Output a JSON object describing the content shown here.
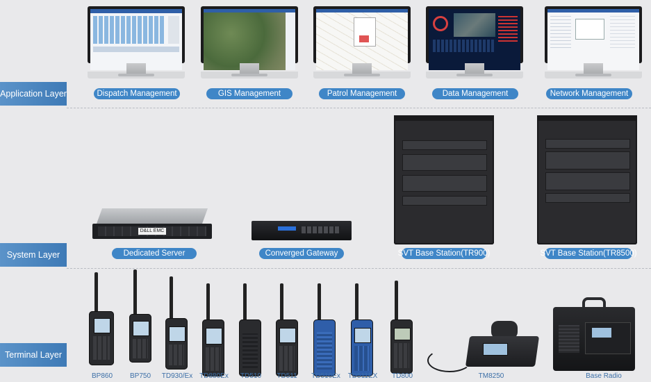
{
  "layers": {
    "application": "Application Layer",
    "system": "System Layer",
    "terminal": "Terminal Layer"
  },
  "application": {
    "items": [
      {
        "label": "Dispatch Management"
      },
      {
        "label": "GIS Management"
      },
      {
        "label": "Patrol Management"
      },
      {
        "label": "Data Management"
      },
      {
        "label": "Network Management"
      }
    ]
  },
  "system": {
    "items": [
      {
        "label": "Dedicated Server"
      },
      {
        "label": "Converged Gateway"
      },
      {
        "label": "SVT Base Station(TR900)"
      },
      {
        "label": "SVT Base Station(TR8500)"
      }
    ],
    "server_brand": "D&LL EMC"
  },
  "terminal": {
    "items": [
      {
        "label": "BP860"
      },
      {
        "label": "BP750"
      },
      {
        "label": "TD930/Ex"
      },
      {
        "label": "TD880Ex"
      },
      {
        "label": "TD510"
      },
      {
        "label": "TD511"
      },
      {
        "label": "TD510Ex"
      },
      {
        "label": "TD511EX"
      },
      {
        "label": "TD800"
      },
      {
        "label": "TM8250"
      },
      {
        "label": "Base Radio"
      }
    ]
  },
  "colors": {
    "accent": "#3f86c7",
    "layer_tag": "#4a86c0",
    "background": "#e9e9eb",
    "radio_blue": "#2f5ea9"
  }
}
